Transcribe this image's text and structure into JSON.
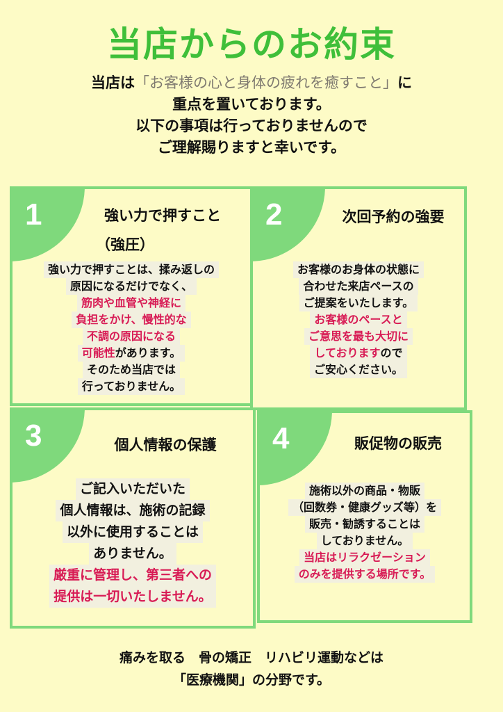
{
  "title": "当店からのお約束",
  "intro": {
    "l1_pre": "当店は",
    "l1_quote": "「お客様の心と身体の疲れを癒すこと」",
    "l1_post": "に",
    "l2": "重点を置いております。",
    "l3": "以下の事項は行っておりませんので",
    "l4": "ご理解賜りますと幸いです。"
  },
  "cards": [
    {
      "num": "1",
      "title_l1": "強い力で押すこと",
      "title_l2": "（強圧）",
      "lines": [
        {
          "text": "強い力で押すことは、揉み返しの",
          "color": "black"
        },
        {
          "text": "原因になるだけでなく、",
          "color": "black"
        },
        {
          "text": "筋肉や血管や神経に",
          "color": "pink"
        },
        {
          "text": "負担をかけ、慢性的な",
          "color": "pink"
        },
        {
          "text": "不調の原因になる",
          "color": "pink"
        },
        {
          "text": "可能性",
          "suffix": "があります。",
          "color": "pink"
        },
        {
          "text": "そのため当店では",
          "color": "black"
        },
        {
          "text": "行っておりません。",
          "color": "black"
        }
      ]
    },
    {
      "num": "2",
      "title_l1": "次回予約の強要",
      "lines": [
        {
          "text": "お客様のお身体の状態に",
          "color": "black"
        },
        {
          "text": "合わせた来店ペースの",
          "color": "black"
        },
        {
          "text": "ご提案をいたします。",
          "color": "black"
        },
        {
          "text": "お客様のペースと",
          "color": "pink"
        },
        {
          "text": "ご意思を最も大切に",
          "color": "pink"
        },
        {
          "text": "しております",
          "suffix": "ので",
          "color": "pink"
        },
        {
          "text": "ご安心ください。",
          "color": "black"
        }
      ]
    },
    {
      "num": "3",
      "title_l1": "個人情報の保護",
      "lines": [
        {
          "text": "ご記入いただいた",
          "color": "black"
        },
        {
          "text": "個人情報は、施術の記録",
          "color": "black"
        },
        {
          "text": "以外に使用することは",
          "color": "black"
        },
        {
          "text": "ありません。",
          "color": "black"
        },
        {
          "text": "厳重に管理し、第三者への",
          "color": "pink"
        },
        {
          "text": "提供は一切いたしません。",
          "color": "pink"
        }
      ]
    },
    {
      "num": "4",
      "title_l1": "販促物の販売",
      "lines": [
        {
          "text": "施術以外の商品・物販",
          "color": "black"
        },
        {
          "text": "（回数券・健康グッズ等）を",
          "color": "black"
        },
        {
          "text": "販売・勧誘することは",
          "color": "black"
        },
        {
          "text": "しておりません。",
          "color": "black"
        },
        {
          "text": "当店はリラクゼーション",
          "color": "pink"
        },
        {
          "text": "のみを提供する場所です。",
          "color": "pink"
        }
      ]
    }
  ],
  "footer": {
    "l1": "痛みを取る　骨の矯正　リハビリ運動などは",
    "l2": "「医療機関」の分野です。"
  }
}
